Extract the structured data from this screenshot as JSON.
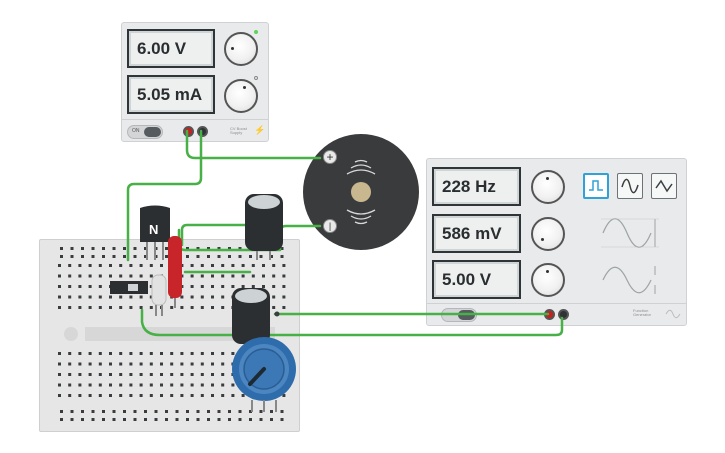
{
  "power_supply": {
    "voltage_display": "6.00 V",
    "current_display": "5.05 mA",
    "toggle_label": "ON",
    "brand_text": "CV Boost\nSupply",
    "colors": {
      "positive": "#c8201e",
      "negative": "#2e3335",
      "indicator_led": "#5fd35b"
    }
  },
  "function_generator": {
    "frequency_display": "228 Hz",
    "amplitude_display": "586 mV",
    "offset_display": "5.00 V",
    "waveforms": [
      "square-wave-icon",
      "sine-wave-icon",
      "triangle-wave-icon"
    ],
    "selected_waveform": "square",
    "brand_text": "Function\nGenerator",
    "colors": {
      "accent": "#2fa3d8"
    }
  },
  "components": {
    "transistor_label": "N",
    "speaker_plus": "+",
    "speaker_minus": "|"
  },
  "colors": {
    "wire": "#47b046",
    "resistor": "#c7252a",
    "capacitor": "#2b2f31",
    "potentiometer_ring": "#2e6cac",
    "speaker": "#3a3b3c",
    "speaker_cone": "#c9b88f"
  }
}
